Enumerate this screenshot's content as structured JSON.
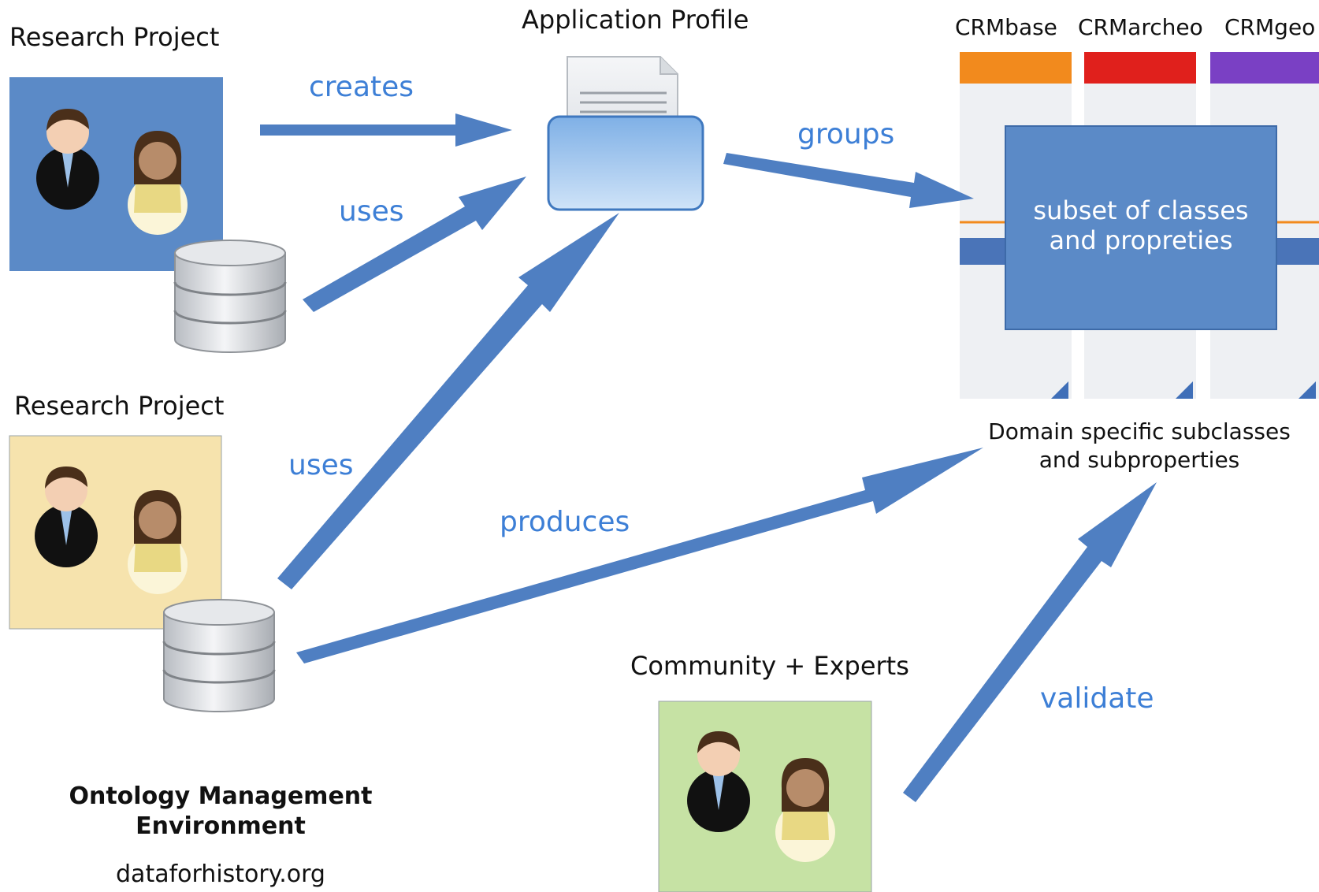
{
  "nodes": {
    "research_project_1": {
      "label": "Research Project",
      "color": "#5b8ac7"
    },
    "research_project_2": {
      "label": "Research Project",
      "color": "#f6e3ad"
    },
    "application_profile": {
      "label": "Application Profile"
    },
    "community": {
      "label": "Community + Experts",
      "color": "#c6e2a4"
    },
    "crm_columns": [
      {
        "label": "CRMbase",
        "color": "#f28a1d"
      },
      {
        "label": "CRMarcheo",
        "color": "#e0201c"
      },
      {
        "label": "CRMgeo",
        "color": "#7a40c4"
      }
    ],
    "subset": {
      "label_line1": "subset of classes",
      "label_line2": "and propreties",
      "color": "#5b8ac7"
    },
    "domain_specific": {
      "line1": "Domain specific subclasses",
      "line2": "and subproperties"
    }
  },
  "edges": {
    "creates": "creates",
    "uses_top": "uses",
    "uses_bottom": "uses",
    "groups": "groups",
    "produces": "produces",
    "validate": "validate"
  },
  "footer": {
    "line1": "Ontology Management",
    "line2": "Environment",
    "site": "dataforhistory.org"
  },
  "colors": {
    "arrow": "#4f7fc2",
    "edge_text": "#3d7fd6"
  }
}
